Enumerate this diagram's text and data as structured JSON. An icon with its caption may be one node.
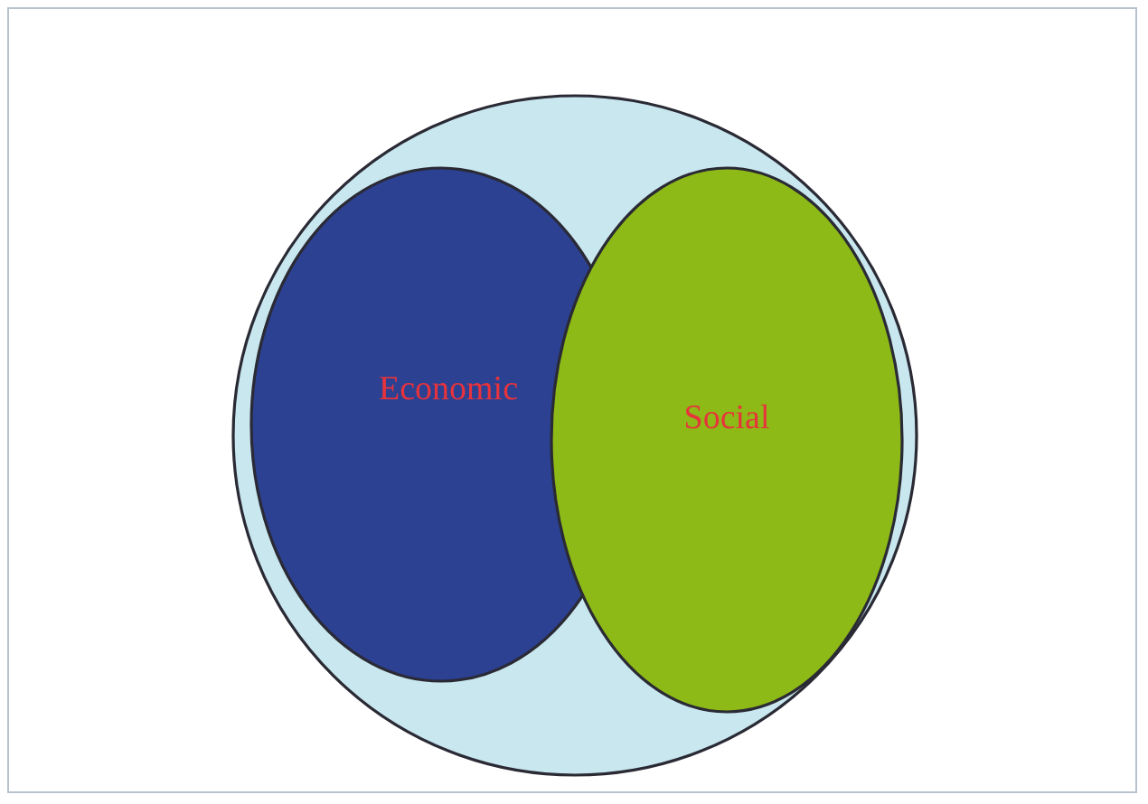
{
  "diagram": {
    "nodes": [
      {
        "text": [],
        "shape": "circle"
      },
      {
        "text": [
          "Economic"
        ],
        "in": 0
      },
      {
        "text": [
          "Social"
        ],
        "in": 0
      }
    ]
  }
}
